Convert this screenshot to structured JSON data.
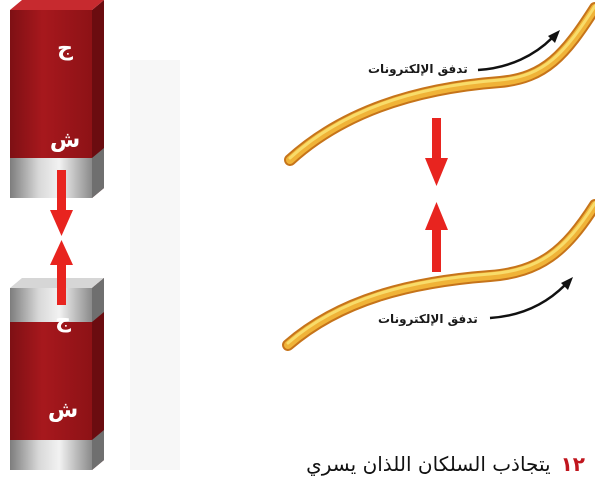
{
  "magnets": {
    "top": {
      "label_top": "ج",
      "label_bottom": "ش"
    },
    "bottom": {
      "label_top": "ج",
      "label_bottom": "ش"
    }
  },
  "wires": {
    "top_flow_label": "تدفق الإلكترونات",
    "bottom_flow_label": "تدفق الإلكترونات"
  },
  "caption": {
    "number": "١٢",
    "text": "يتجاذب السلكان اللذان يسري"
  },
  "colors": {
    "magnet_red": "#a3171c",
    "arrow_red": "#e8241f",
    "wire_orange": "#e59b1e",
    "wire_yellow": "#f6d04a"
  }
}
